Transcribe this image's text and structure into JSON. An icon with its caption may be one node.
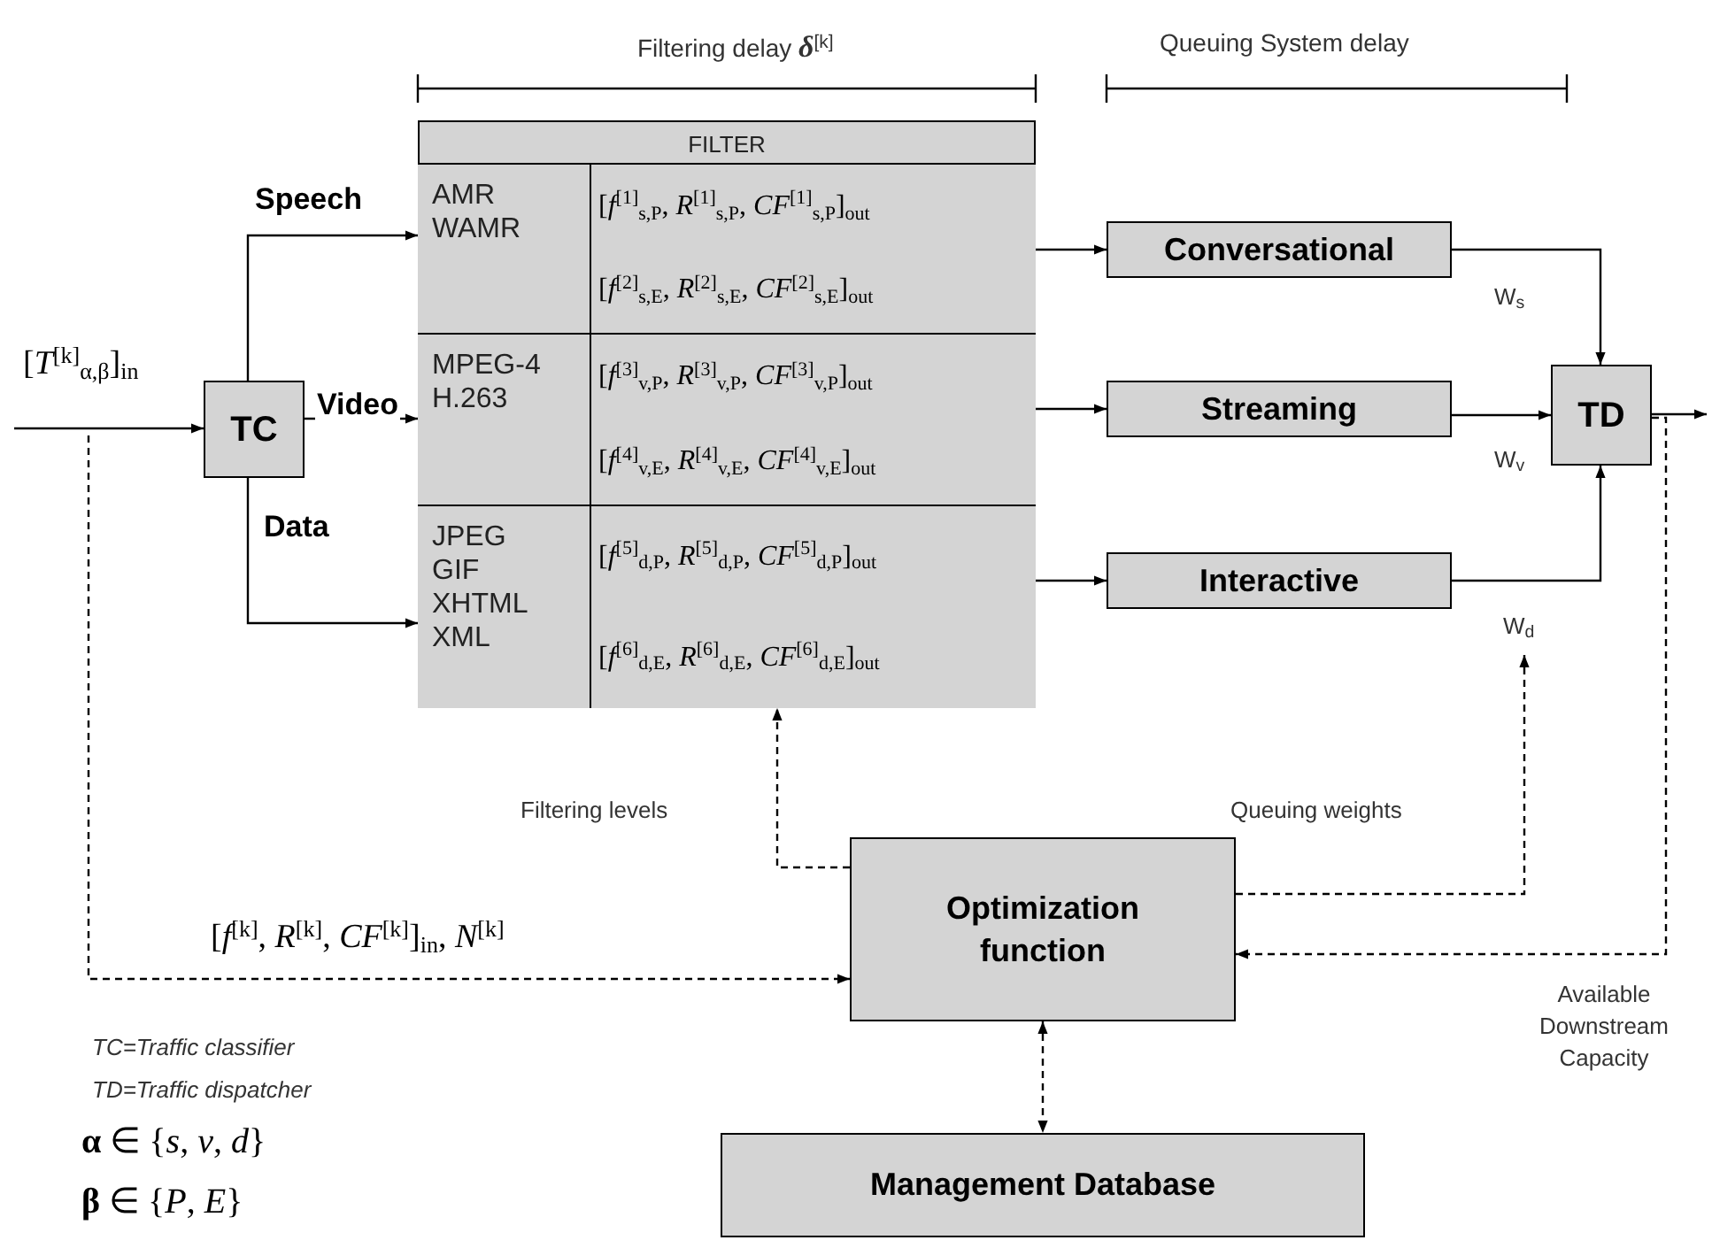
{
  "diagram": {
    "nodes": [
      {
        "text": [
          "FILTER"
        ]
      },
      {
        "text": [
          "AMR WAMR"
        ],
        "in": 0
      },
      {
        "text": [
          "[*f*$^{[1]}$$_{s,P}$, *R*$^{[1]}$$_{s,P}$, *CF*$^{[1]}$$_{s,P}$]$_{out}$",
          "[*f*$^{[2]}$$_{s,E}$, *R*$^{[2]}$$_{s,E}$, *CF*$^{[2]}$$_{s,E}$]$_{out}$"
        ],
        "in": 0
      },
      {
        "text": [
          "MPEG-4 H.263"
        ],
        "in": 0
      },
      {
        "text": [
          "[*f*$^{[3]}$$_{v,P}$, *R*$^{[3]}$$_{v,P}$, *CF*$^{[3]}$$_{v,P}$]$_{out}$",
          "[*f*$^{[4]}$$_{v,E}$, *R*$^{[4]}$$_{v,E}$, *CF*$^{[4]}$$_{v,E}$]$_{out}$"
        ],
        "in": 0
      },
      {
        "text": [
          "JPEG GIF XHTML XML"
        ],
        "in": 0
      },
      {
        "text": [
          "[*f*$^{[5]}$$_{d,P}$, *R*$^{[5]}$$_{d,P}$, *CF*$^{[5]}$$_{d,P}$]$_{out}$",
          "[*f*$^{[6]}$$_{d,E}$, *R*$^{[6]}$$_{d,E}$, *CF*$^{[6]}$$_{d,E}$]$_{out}$"
        ],
        "in": 0
      },
      {
        "text": [
          "TC"
        ]
      },
      {
        "text": [
          "Conversational"
        ]
      },
      {
        "text": [
          "Streaming"
        ]
      },
      {
        "text": [
          "Interactive"
        ]
      },
      {
        "text": [
          "TD"
        ]
      },
      {
        "text": [
          "Optimization function"
        ]
      },
      {
        "text": [
          "Management Database"
        ]
      }
    ],
    "edges": [
      {
        "from": null,
        "to": 7,
        "arrow": "to",
        "label": "[*T*$^{[k]}$$_{α,β}$]$_{in}$"
      },
      {
        "from": 7,
        "to": 1,
        "arrow": "to",
        "label": "Speech"
      },
      {
        "from": 7,
        "to": 3,
        "arrow": "to",
        "label": "Video"
      },
      {
        "from": 7,
        "to": 5,
        "arrow": "to",
        "label": "Data"
      },
      {
        "from": 2,
        "to": 8,
        "arrow": "to"
      },
      {
        "from": 4,
        "to": 9,
        "arrow": "to"
      },
      {
        "from": 6,
        "to": 10,
        "arrow": "to"
      },
      {
        "from": 8,
        "to": 11,
        "arrow": "to",
        "label": "W$_{s}$"
      },
      {
        "from": 9,
        "to": 11,
        "arrow": "to",
        "label": "W$_{v}$"
      },
      {
        "from": 10,
        "to": 11,
        "arrow": "to",
        "label": "W$_{d}$"
      },
      {
        "from": 11,
        "to": null,
        "arrow": "to"
      },
      {
        "from": 12,
        "to": 0,
        "arrow": "to",
        "label": "Filtering levels",
        "style": "dashed"
      },
      {
        "from": 12,
        "to": null,
        "arrow": "to",
        "label": "Queuing weights",
        "style": "dashed"
      },
      {
        "from": 11,
        "to": 12,
        "arrow": "to",
        "label": "Available Downstream Capacity",
        "style": "dashed"
      },
      {
        "from": null,
        "to": 12,
        "arrow": "to",
        "label": "[*f*$^{[k]}$, *R*$^{[k]}$, *CF*$^{[k]}$]$_{in}$, *N*$^{[k]}$",
        "style": "dashed"
      },
      {
        "from": 12,
        "to": 13,
        "arrow": "both",
        "style": "dashed"
      }
    ],
    "labels": [
      "Filtering delay **δ**$^{[k]}$",
      "Queuing System delay",
      "TC=Traffic classifier",
      "TD=Traffic dispatcher",
      "**α** ∈ {*s*, *v*, *d*}",
      "**β** ∈ {*P*, *E*}"
    ]
  }
}
